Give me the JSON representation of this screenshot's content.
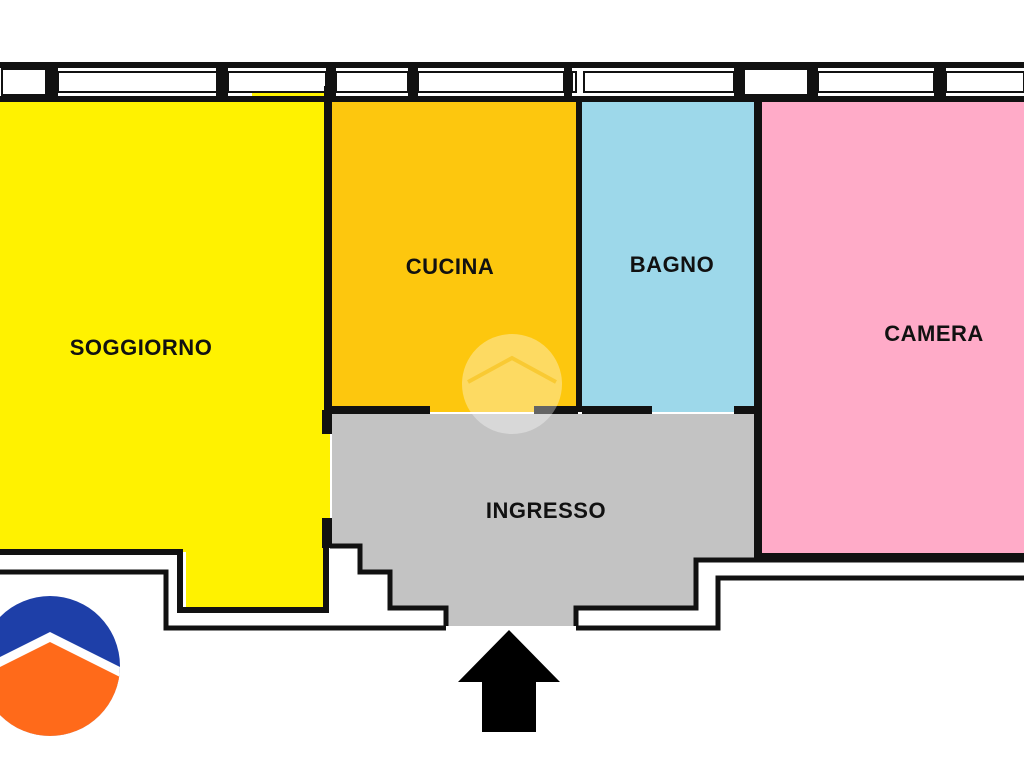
{
  "rooms": {
    "soggiorno": {
      "label": "SOGGIORNO",
      "color": "#FFF200"
    },
    "cucina": {
      "label": "CUCINA",
      "color": "#FDC70E"
    },
    "bagno": {
      "label": "BAGNO",
      "color": "#9DD8EA"
    },
    "camera": {
      "label": "CAMERA",
      "color": "#FFABC8"
    },
    "ingresso": {
      "label": "INGRESSO",
      "color": "#C3C3C3"
    }
  },
  "wall_color": "#111111",
  "entrance": {
    "icon": "entrance-arrow-icon",
    "color": "#000000"
  },
  "logo": {
    "icon": "house-logo-icon",
    "top_color": "#1E3FA8",
    "bottom_color": "#FF6A1A"
  },
  "watermark": {
    "icon": "watermark-house-icon"
  }
}
